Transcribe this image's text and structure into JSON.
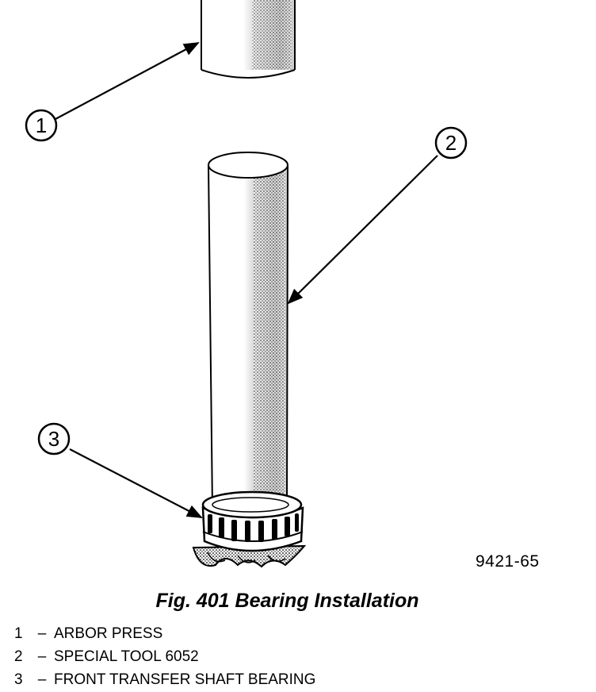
{
  "figure": {
    "code": "9421-65",
    "callouts": [
      {
        "number": "1"
      },
      {
        "number": "2"
      },
      {
        "number": "3"
      }
    ]
  },
  "caption": "Fig. 401 Bearing Installation",
  "legend": [
    {
      "number": "1",
      "dash": "–",
      "text": "ARBOR PRESS"
    },
    {
      "number": "2",
      "dash": "–",
      "text": "SPECIAL TOOL 6052"
    },
    {
      "number": "3",
      "dash": "–",
      "text": "FRONT TRANSFER SHAFT BEARING"
    }
  ],
  "colors": {
    "ink": "#000000",
    "shade": "#bdbdbd",
    "background": "#ffffff"
  }
}
